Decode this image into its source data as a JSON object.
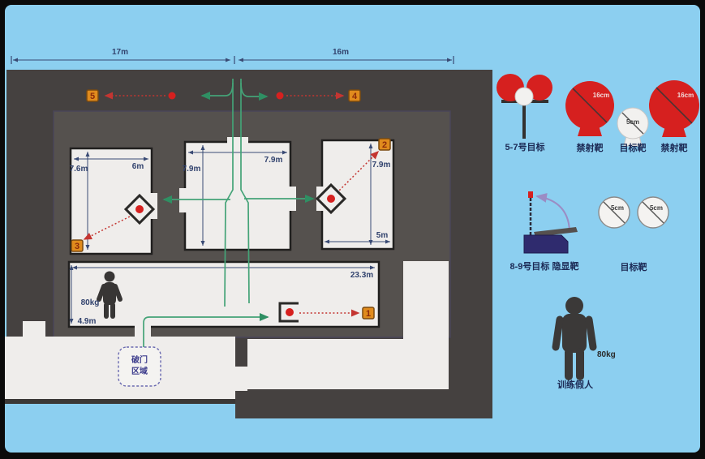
{
  "plan": {
    "dim_top_left": "17m",
    "dim_top_right": "16m",
    "left_room": {
      "height": "7.6m",
      "width": "6m"
    },
    "mid_room": {
      "width": "7.9m",
      "height": "7.9m"
    },
    "right_room": {
      "height": "7.9m",
      "width": "5m"
    },
    "bottom_room": {
      "width": "23.3m",
      "height": "4.9m"
    },
    "badges": {
      "b5": "5",
      "b4": "4",
      "b3": "3",
      "b2": "2",
      "b1": "1"
    },
    "dummy_weight": "80kg",
    "breach_area": {
      "line1": "破门",
      "line2": "区域"
    }
  },
  "legend": {
    "stand": {
      "label": "5-7号目标"
    },
    "targets": {
      "red_size": "16cm",
      "white_size": "5cm",
      "no_shoot_label": "禁射靶",
      "target_label": "目标靶"
    },
    "flip_device": {
      "label": "8-9号目标 隐显靶"
    },
    "small_targets": {
      "size": "5cm",
      "label": "目标靶"
    },
    "dummy": {
      "weight": "80kg",
      "label": "训练假人"
    }
  },
  "colors": {
    "background": "#8ccff0",
    "wall_dark": "#454140",
    "wall_inner": "#55514e",
    "room_white": "#efedeb",
    "target_red": "#d6201f",
    "route_green": "#44a377",
    "badge_orange": "#e08b1d",
    "dim_navy": "#32436e"
  }
}
